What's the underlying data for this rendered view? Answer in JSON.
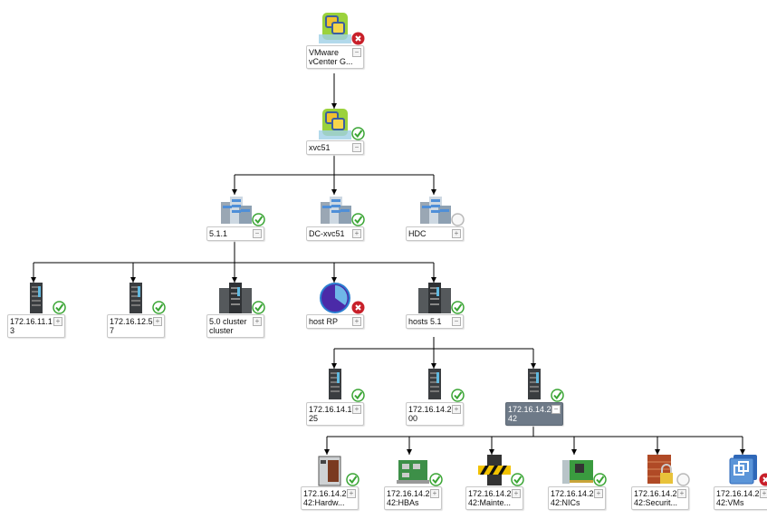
{
  "tree": {
    "nodes": [
      {
        "id": "root",
        "lines": [
          "VMware",
          "vCenter G..."
        ],
        "icon": "vcenter-icon",
        "status": "error",
        "expander": "collapse",
        "selected": false
      },
      {
        "id": "xvc51",
        "lines": [
          "xvc51"
        ],
        "icon": "vcenter-icon",
        "status": "ok",
        "expander": "collapse",
        "selected": false
      },
      {
        "id": "dc511",
        "lines": [
          "5.1.1"
        ],
        "icon": "datacenter-icon",
        "status": "ok",
        "expander": "collapse",
        "selected": false
      },
      {
        "id": "dcxvc51",
        "lines": [
          "DC-xvc51"
        ],
        "icon": "datacenter-icon",
        "status": "ok",
        "expander": "expand",
        "selected": false
      },
      {
        "id": "hdc",
        "lines": [
          "HDC"
        ],
        "icon": "datacenter-icon",
        "status": "unknown",
        "expander": "expand",
        "selected": false
      },
      {
        "id": "h1113",
        "lines": [
          "172.16.11.1",
          "3"
        ],
        "icon": "host-icon",
        "status": "ok",
        "expander": "expand",
        "selected": false
      },
      {
        "id": "h1257",
        "lines": [
          "172.16.12.5",
          "7"
        ],
        "icon": "host-icon",
        "status": "ok",
        "expander": "expand",
        "selected": false
      },
      {
        "id": "cluster50",
        "lines": [
          "5.0 cluster",
          "cluster"
        ],
        "icon": "cluster-icon",
        "status": "ok",
        "expander": "expand",
        "selected": false
      },
      {
        "id": "hostrp",
        "lines": [
          "host RP"
        ],
        "icon": "resource-pool-icon",
        "status": "error",
        "expander": "expand",
        "selected": false
      },
      {
        "id": "hosts51",
        "lines": [
          "hosts 5.1"
        ],
        "icon": "cluster-icon",
        "status": "ok",
        "expander": "collapse",
        "selected": false
      },
      {
        "id": "h14125",
        "lines": [
          "172.16.14.1",
          "25"
        ],
        "icon": "host-icon",
        "status": "ok",
        "expander": "expand",
        "selected": false
      },
      {
        "id": "h14200",
        "lines": [
          "172.16.14.2",
          "00"
        ],
        "icon": "host-icon",
        "status": "ok",
        "expander": "expand",
        "selected": false
      },
      {
        "id": "h14242",
        "lines": [
          "172.16.14.2",
          "42"
        ],
        "icon": "host-icon",
        "status": "ok",
        "expander": "collapse",
        "selected": true
      },
      {
        "id": "hw",
        "lines": [
          "172.16.14.2",
          "42:Hardw..."
        ],
        "icon": "hardware-icon",
        "status": "ok",
        "expander": "expand",
        "selected": false
      },
      {
        "id": "hba",
        "lines": [
          "172.16.14.2",
          "42:HBAs"
        ],
        "icon": "hba-icon",
        "status": "ok",
        "expander": "expand",
        "selected": false
      },
      {
        "id": "maint",
        "lines": [
          "172.16.14.2",
          "42:Mainte..."
        ],
        "icon": "maintenance-icon",
        "status": "ok",
        "expander": "expand",
        "selected": false
      },
      {
        "id": "nics",
        "lines": [
          "172.16.14.2",
          "42:NICs"
        ],
        "icon": "nic-icon",
        "status": "ok",
        "expander": "expand",
        "selected": false
      },
      {
        "id": "sec",
        "lines": [
          "172.16.14.2",
          "42:Securit..."
        ],
        "icon": "security-firewall-icon",
        "status": "unknown",
        "expander": "expand",
        "selected": false
      },
      {
        "id": "vms",
        "lines": [
          "172.16.14.2",
          "42:VMs"
        ],
        "icon": "vms-icon",
        "status": "error",
        "expander": "expand",
        "selected": false
      }
    ]
  },
  "colors": {
    "ok": "#3aa534",
    "error": "#c8202a",
    "unknown": "#d8d8d8",
    "selected": "#6e7a88",
    "connector": "#000000"
  }
}
